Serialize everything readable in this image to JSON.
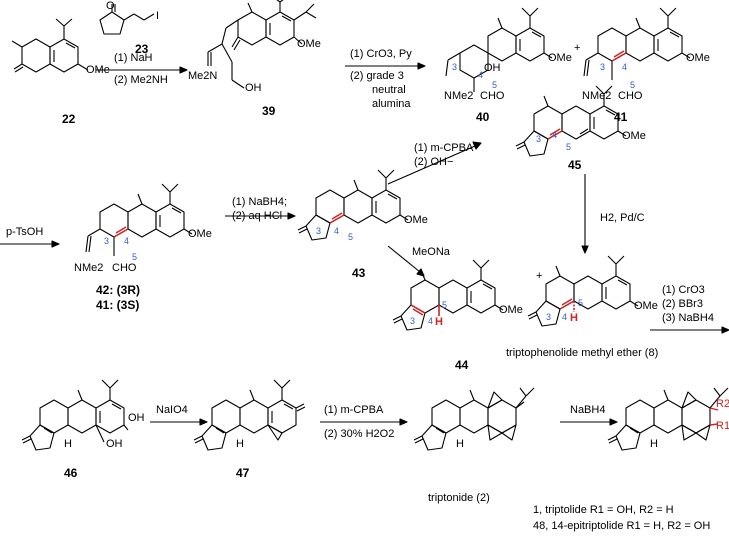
{
  "scheme": {
    "compounds": {
      "c22": "22",
      "c23": "23",
      "c39": "39",
      "c40": "40",
      "c41": "41",
      "c42_41": [
        "42: (3R)",
        "41: (3S)"
      ],
      "c43": "43",
      "c44": "44",
      "c45": "45",
      "c8": "triptophenolide methyl ether (8)",
      "c46": "46",
      "c47": "47",
      "c2": "triptonide (2)",
      "c1": "1,   triptolide R1 = OH, R2 = H",
      "c48": "48, 14-epitriptolide R1 = H, R2 = OH"
    },
    "conditions": {
      "step1": [
        "(1) NaH",
        "(2) Me2NH"
      ],
      "step2": [
        "(1) CrO3, Py",
        "(2) grade 3",
        "neutral",
        "alumina"
      ],
      "step3": [
        "p-TsOH"
      ],
      "step4": [
        "(1) NaBH4;",
        "(2) aq HCl"
      ],
      "step5": [
        "(1) m-CPBA",
        "(2) OH−"
      ],
      "step6": [
        "MeONa"
      ],
      "step7": [
        "H2, Pd/C"
      ],
      "step8": [
        "(1) CrO3",
        "(2) BBr3",
        "(3) NaBH4"
      ],
      "step9": [
        "NaIO4"
      ],
      "step10": [
        "(1) m-CPBA",
        "(2) 30% H2O2"
      ],
      "step11": [
        "NaBH4"
      ]
    },
    "atom_labels": {
      "ome": "OMe",
      "me2n": "Me2N",
      "nme2": "NMe2",
      "oh": "OH",
      "cho": "CHO",
      "h": "H",
      "r1": "R1",
      "r2": "R2",
      "iodo": "I",
      "o": "O",
      "plus": "+"
    },
    "locants": [
      "3",
      "4",
      "5"
    ],
    "colors": {
      "ink": "#000000",
      "locant": "#2f5fd0",
      "highlight": "#d42020"
    }
  }
}
